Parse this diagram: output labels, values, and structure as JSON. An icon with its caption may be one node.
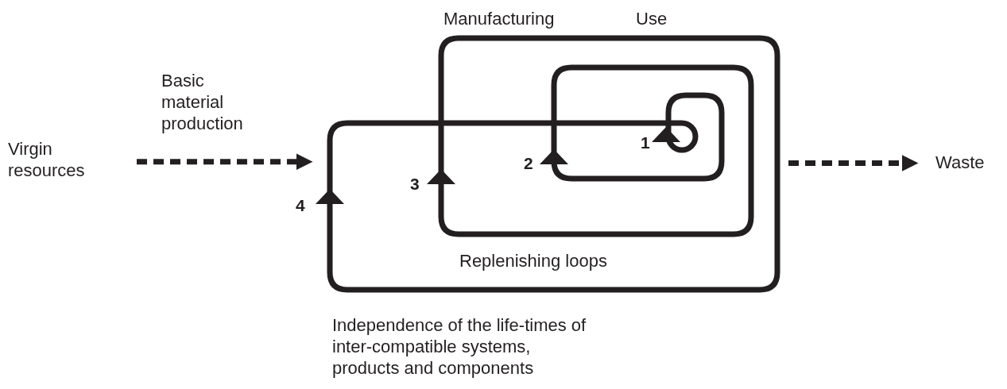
{
  "diagram": {
    "nodes": [
      {
        "text": [
          "Virgin resources"
        ]
      },
      {
        "text": [],
        "shape": "spiral"
      },
      {
        "text": [
          "Waste"
        ]
      }
    ],
    "edges": [
      {
        "from": 0,
        "to": 1,
        "arrow": "to",
        "style": "dashed"
      },
      {
        "from": 1,
        "to": 2,
        "arrow": "to",
        "style": "dashed"
      }
    ],
    "labels": [
      "Manufacturing",
      "Use",
      "Basic material production",
      "1",
      "2",
      "3",
      "4",
      "Replenishing loops",
      "Independence of the life-times of inter-compatible systems, products and components"
    ]
  }
}
